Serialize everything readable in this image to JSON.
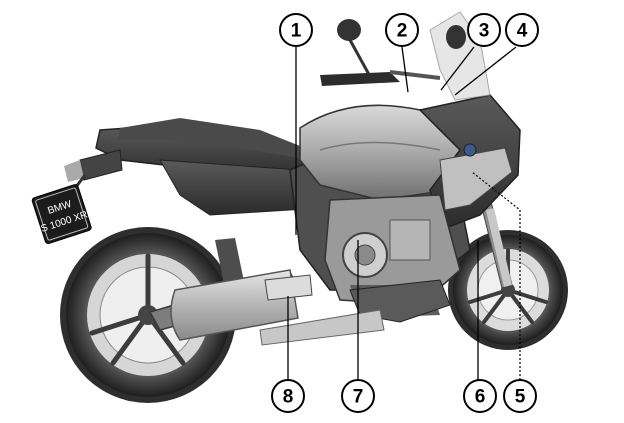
{
  "diagram": {
    "subject": "BMW S 1000 XR motorcycle, left side view",
    "license_plate": {
      "line1": "BMW",
      "line2": "S 1000 XR"
    },
    "callouts": [
      {
        "number": "1"
      },
      {
        "number": "2"
      },
      {
        "number": "3"
      },
      {
        "number": "4"
      },
      {
        "number": "5"
      },
      {
        "number": "6"
      },
      {
        "number": "7"
      },
      {
        "number": "8"
      }
    ]
  },
  "colors": {
    "callout_stroke": "#000000",
    "body_dark": "#3a3a3a",
    "body_light": "#bdbdbd",
    "tire": "#2a2a2a"
  }
}
